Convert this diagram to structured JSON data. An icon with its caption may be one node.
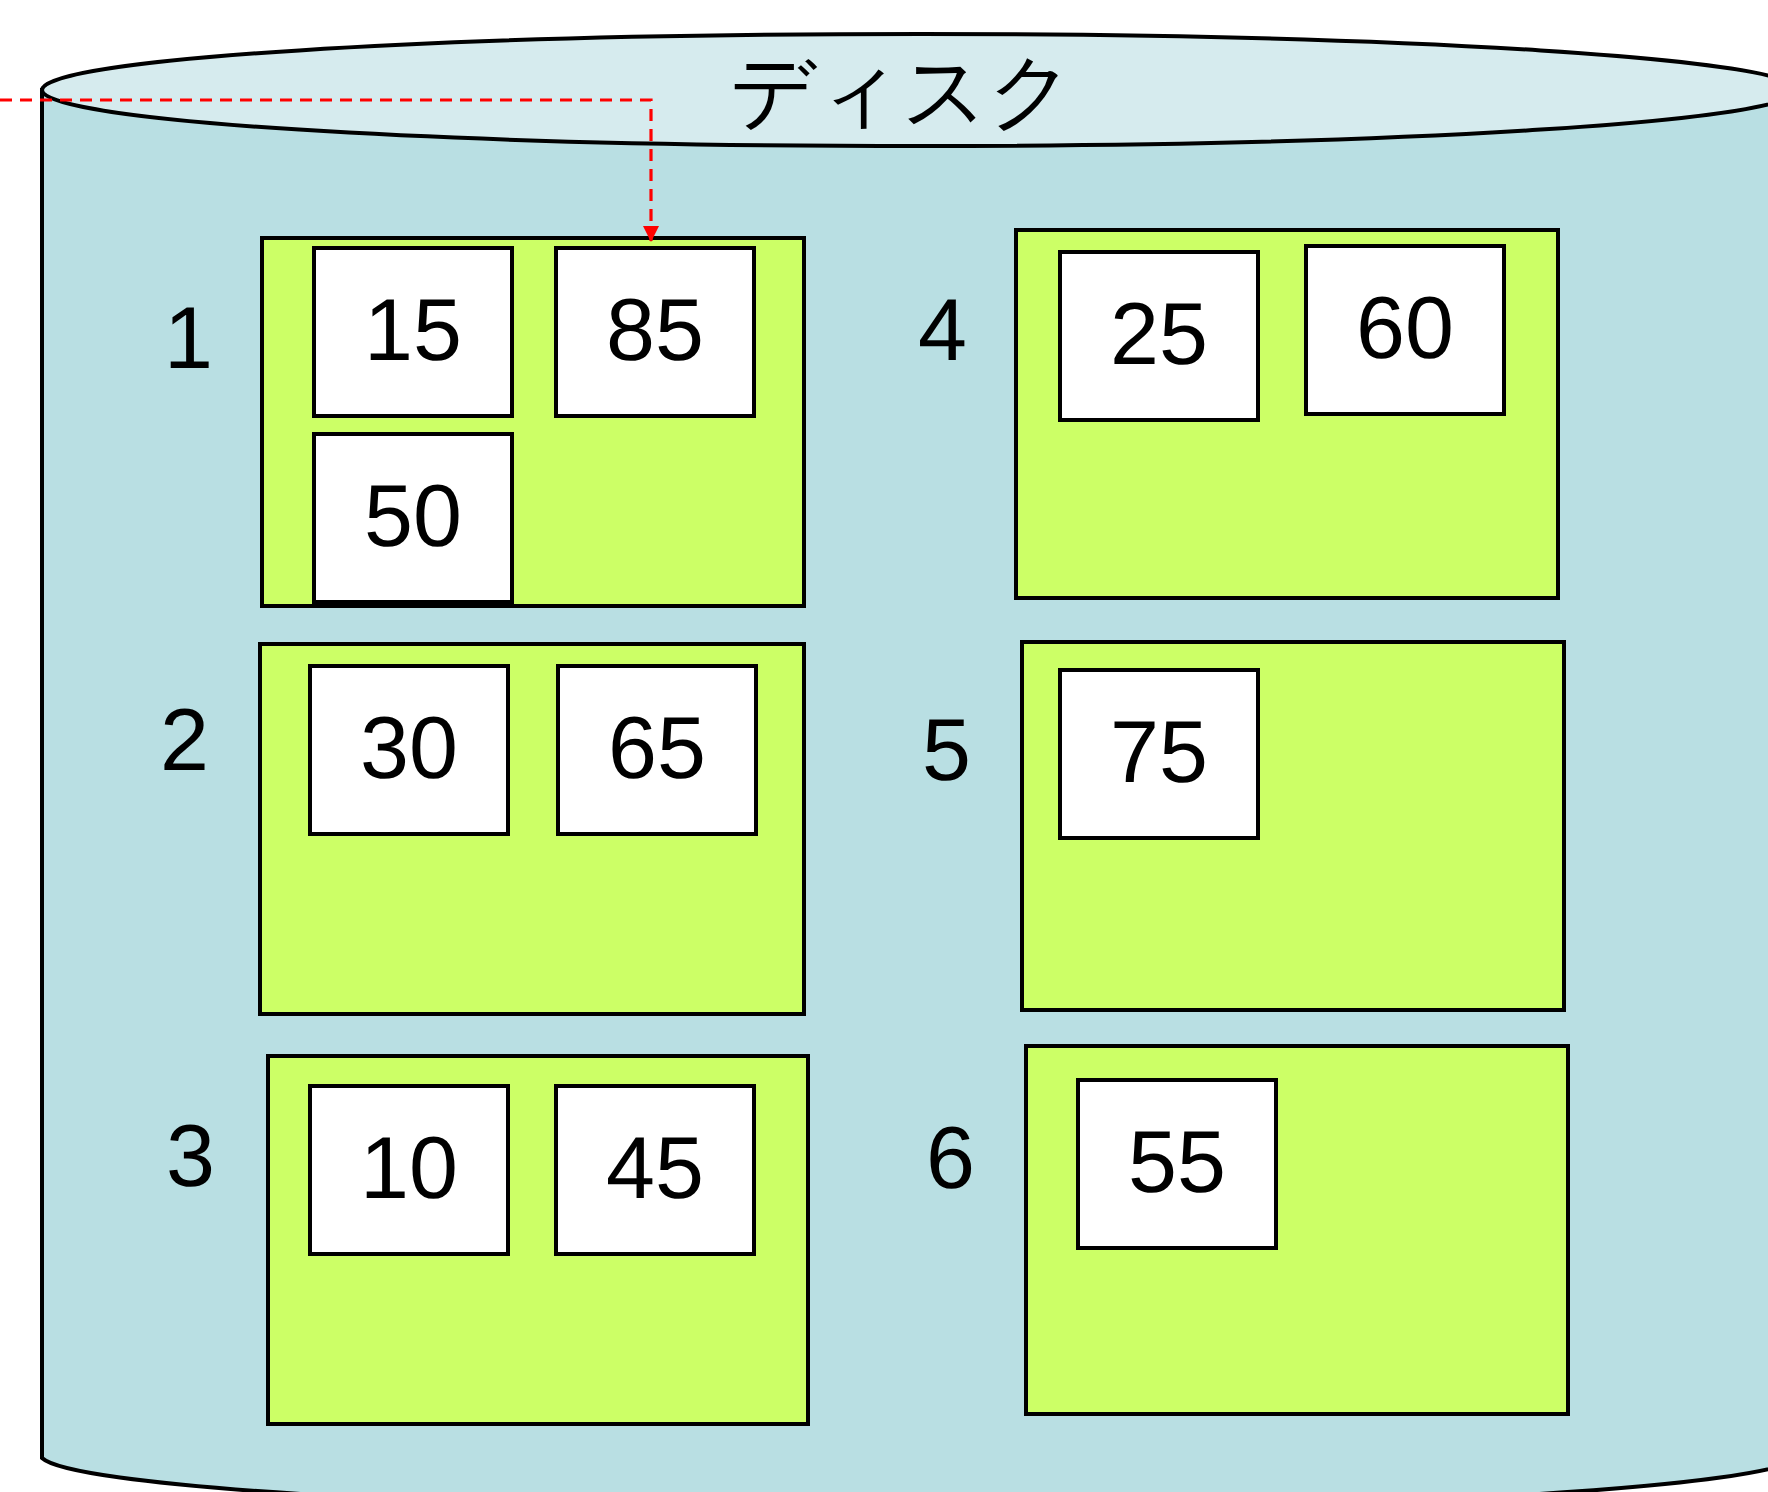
{
  "diagram": {
    "nodes": [
      {
        "text": [
          "ディスク"
        ]
      },
      {
        "text": [
          "1"
        ],
        "in": 0
      },
      {
        "text": [
          "15"
        ],
        "in": 1
      },
      {
        "text": [
          "85"
        ],
        "in": 1
      },
      {
        "text": [
          "50"
        ],
        "in": 1
      },
      {
        "text": [
          "4"
        ],
        "in": 0
      },
      {
        "text": [
          "25"
        ],
        "in": 5
      },
      {
        "text": [
          "60"
        ],
        "in": 5
      },
      {
        "text": [
          "2"
        ],
        "in": 0
      },
      {
        "text": [
          "30"
        ],
        "in": 8
      },
      {
        "text": [
          "65"
        ],
        "in": 8
      },
      {
        "text": [
          "5"
        ],
        "in": 0
      },
      {
        "text": [
          "75"
        ],
        "in": 11
      },
      {
        "text": [
          "3"
        ],
        "in": 0
      },
      {
        "text": [
          "10"
        ],
        "in": 13
      },
      {
        "text": [
          "45"
        ],
        "in": 13
      },
      {
        "text": [
          "6"
        ],
        "in": 0
      },
      {
        "text": [
          "55"
        ],
        "in": 16
      }
    ],
    "edges": [
      {
        "from": null,
        "to": 3,
        "arrow": "to",
        "style": "dashed",
        "color": "#ff0000"
      }
    ]
  }
}
